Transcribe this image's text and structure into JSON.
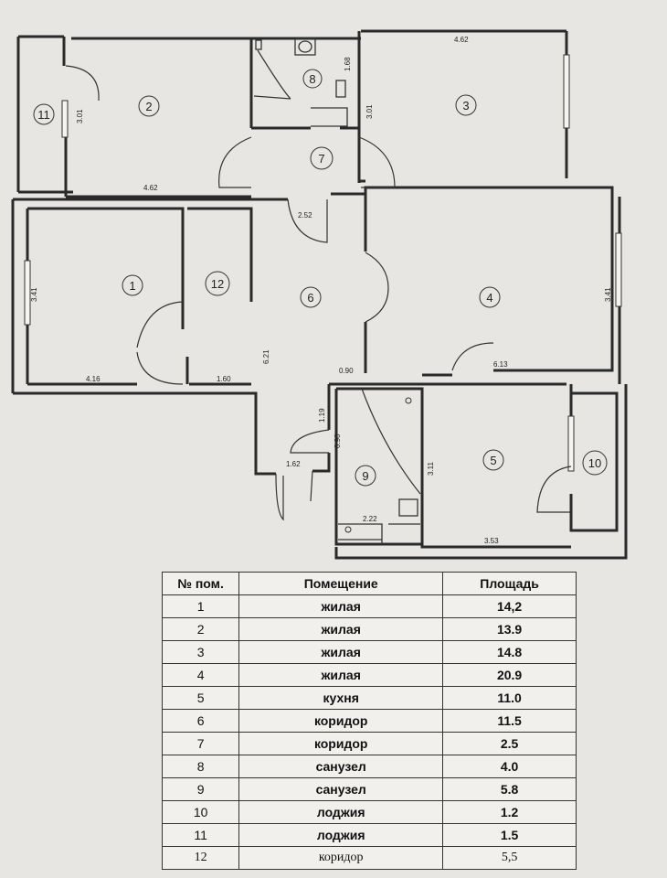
{
  "rooms": [
    {
      "id": "room-1",
      "label": "1"
    },
    {
      "id": "room-2",
      "label": "2"
    },
    {
      "id": "room-3",
      "label": "3"
    },
    {
      "id": "room-4",
      "label": "4"
    },
    {
      "id": "room-5",
      "label": "5"
    },
    {
      "id": "room-6",
      "label": "6"
    },
    {
      "id": "room-7",
      "label": "7"
    },
    {
      "id": "room-8",
      "label": "8"
    },
    {
      "id": "room-9",
      "label": "9"
    },
    {
      "id": "room-10",
      "label": "10"
    },
    {
      "id": "room-11",
      "label": "11"
    },
    {
      "id": "room-12",
      "label": "12"
    }
  ],
  "dimensions": {
    "room2_height": "3.01",
    "room2_width": "4.62",
    "room8_height": "1.68",
    "room3_height": "3.01",
    "room3_width": "4.62",
    "corridor_width": "2.52",
    "room1_height": "3.41",
    "room1_width": "4.16",
    "room12_width": "1.60",
    "corridor_length": "6.21",
    "passage_width": "0.90",
    "room4_height": "3.41",
    "room4_width": "6.13",
    "door_width_a": "1.19",
    "door_width_b": "0.90",
    "hall_width": "1.62",
    "bath_height": "3.11",
    "bath_width": "2.22",
    "kitchen_width": "3.53"
  },
  "table": {
    "headers": [
      "№ пом.",
      "Помещение",
      "Площадь"
    ],
    "rows": [
      {
        "num": "1",
        "name": "жилая",
        "area": "14,2"
      },
      {
        "num": "2",
        "name": "жилая",
        "area": "13.9"
      },
      {
        "num": "3",
        "name": "жилая",
        "area": "14.8"
      },
      {
        "num": "4",
        "name": "жилая",
        "area": "20.9"
      },
      {
        "num": "5",
        "name": "кухня",
        "area": "11.0"
      },
      {
        "num": "6",
        "name": "коридор",
        "area": "11.5"
      },
      {
        "num": "7",
        "name": "коридор",
        "area": "2.5"
      },
      {
        "num": "8",
        "name": "санузел",
        "area": "4.0"
      },
      {
        "num": "9",
        "name": "санузел",
        "area": "5.8"
      },
      {
        "num": "10",
        "name": "лоджия",
        "area": "1.2"
      },
      {
        "num": "11",
        "name": "лоджия",
        "area": "1.5"
      },
      {
        "num": "12",
        "name": "коридор",
        "area": "5,5"
      }
    ]
  }
}
